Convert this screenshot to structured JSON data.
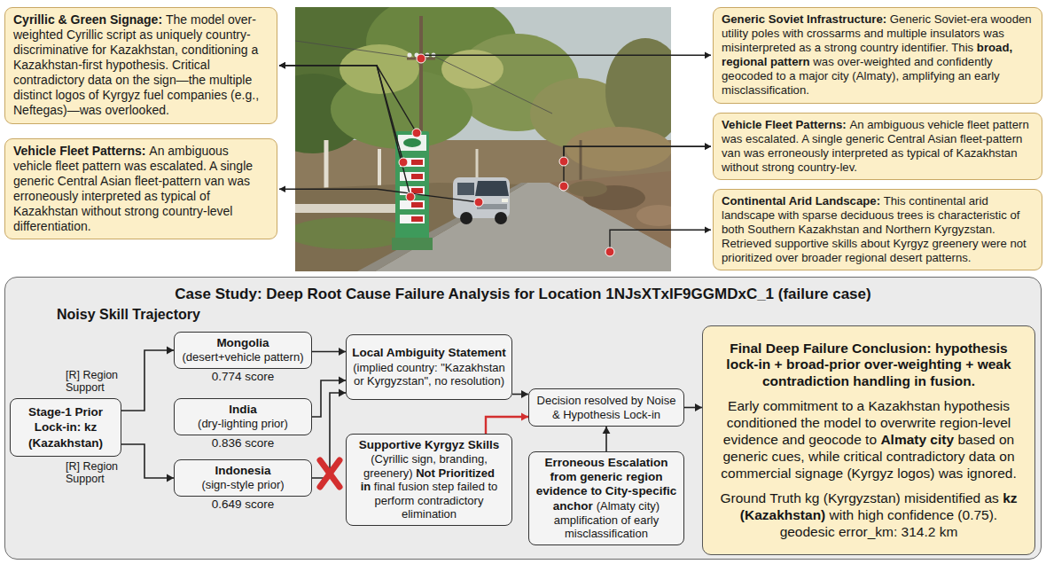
{
  "diagram": {
    "nodes": [
      {
        "text": [
          "Cyrillic & Green Signage:",
          "The model over-weighted Cyrillic script as uniquely country-discriminative for Kazakhstan, conditioning a Kazakhstan-first hypothesis. Critical contradictory data on the sign—the multiple distinct logos of Kyrgyz fuel companies (e.g., Neftegas)—was overlooked."
        ]
      },
      {
        "text": [
          "Vehicle Fleet Patterns:",
          "An ambiguous vehicle fleet pattern was escalated. A single generic Central Asian fleet-pattern van was erroneously interpreted as typical of Kazakhstan without strong country-level differentiation."
        ]
      },
      {
        "text": [
          "Generic Soviet Infrastructure:",
          "Generic Soviet-era wooden utility poles with crossarms and multiple insulators was misinterpreted as a strong country identifier. This",
          "broad, regional pattern",
          "was over-weighted and confidently geocoded to a major city (Almaty), amplifying an early misclassification."
        ]
      },
      {
        "text": [
          "Vehicle Fleet Patterns:",
          "An ambiguous vehicle fleet pattern was escalated. A single generic Central Asian fleet-pattern van was erroneously interpreted as typical of Kazakhstan without strong country-lev."
        ]
      },
      {
        "text": [
          "Continental Arid Landscape:",
          "This continental arid landscape with sparse deciduous trees is characteristic of both Southern Kazakhstan and Northern Kyrgyzstan. Retrieved supportive skills about Kyrgyz greenery were not prioritized over broader regional desert patterns."
        ]
      },
      {
        "text": [
          "Case Study: Deep Root Cause Failure Analysis for Location 1NJsXTxIF9GGMDxC_1 (failure case)"
        ]
      },
      {
        "text": [
          "Stage-1 Prior Lock-in: kz (Kazakhstan)"
        ],
        "in": 5
      },
      {
        "text": [
          "Mongolia",
          "(desert+vehicle pattern)",
          "0.774 score"
        ],
        "in": 5
      },
      {
        "text": [
          "India",
          "(dry-lighting prior)",
          "0.836 score"
        ],
        "in": 5
      },
      {
        "text": [
          "Indonesia",
          "(sign-style prior)",
          "0.649 score"
        ],
        "in": 5
      },
      {
        "text": [
          "Local Ambiguity Statement",
          "(implied country: \"Kazakhstan or Kyrgyzstan\", no resolution)"
        ],
        "in": 5
      },
      {
        "text": [
          "Supportive Kyrgyz Skills",
          "(Cyrillic sign, branding, greenery)",
          "Not Prioritized in",
          "final fusion step failed to perform contradictory elimination"
        ],
        "in": 5
      },
      {
        "text": [
          "Decision resolved by Noise & Hypothesis Lock-in"
        ],
        "in": 5
      },
      {
        "text": [
          "Erroneous Escalation from generic region evidence to City-specific anchor",
          "(Almaty city) amplification of early misclassification"
        ],
        "in": 5
      },
      {
        "text": [
          "Final Deep Failure Conclusion: hypothesis lock-in + broad-prior over-weighting + weak contradiction handling in fusion.",
          "Early commitment to a Kazakhstan hypothesis conditioned the model to overwrite region-level evidence and geocode to",
          "Almaty city",
          "based on generic cues, while critical contradictory data on commercial signage (Kyrgyz logos) was ignored.",
          "Ground Truth kg (Kyrgyzstan) misidentified as",
          "kz (Kazakhstan)",
          "with high confidence (0.75). geodesic error_km: 314.2 km"
        ],
        "in": 5
      }
    ],
    "edges": [
      {
        "from": 6,
        "to": 7,
        "label": "[R] Region Support",
        "arrow": "to"
      },
      {
        "from": 6,
        "to": 9,
        "label": "[R] Region Support",
        "arrow": "to"
      },
      {
        "from": 7,
        "to": 10,
        "arrow": "to"
      },
      {
        "from": 8,
        "to": 10,
        "arrow": "to"
      },
      {
        "from": 9,
        "to": 10,
        "arrow": "to"
      },
      {
        "from": 10,
        "to": 12,
        "arrow": "to"
      },
      {
        "from": 11,
        "to": 12,
        "arrow": "to"
      },
      {
        "from": 13,
        "to": 12,
        "arrow": "to"
      },
      {
        "from": 12,
        "to": 14,
        "arrow": "to"
      }
    ],
    "labels": [
      "Noisy Skill Trajectory"
    ]
  }
}
